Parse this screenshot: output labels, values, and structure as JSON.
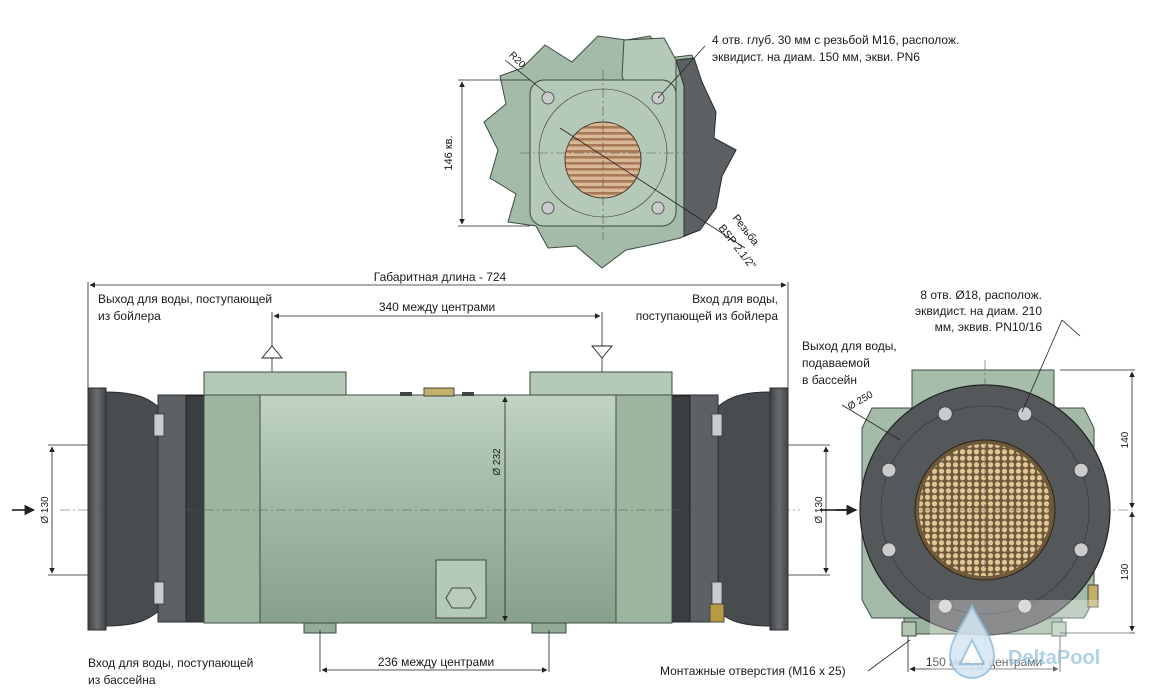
{
  "top_view": {
    "holes_note_line1": "4 отв. глуб. 30 мм с резьбой М16, располож.",
    "holes_note_line2": "эквидист. на диам. 150 мм, экви. PN6",
    "radius": "R20",
    "square_dim": "146 кв.",
    "thread_line1": "Резьба",
    "thread_line2": "BSP 2.1/2\""
  },
  "side_view": {
    "overall_length": "Габаритная длина - 724",
    "centers_top": "340 между центрами",
    "centers_bottom": "236 между центрами",
    "body_diameter": "Ø 232",
    "left_port": "Ø 130",
    "right_port": "Ø 130",
    "outlet_boiler_line1": "Выход для воды, поступающей",
    "outlet_boiler_line2": "из бойлера",
    "inlet_boiler_line1": "Вход для воды,",
    "inlet_boiler_line2": "поступающей из бойлера",
    "inlet_pool_line1": "Вход для воды, поступающей",
    "inlet_pool_line2": "из бассейна",
    "mount_holes": "Монтажные отверстия (М16 х 25)"
  },
  "end_view": {
    "holes_note_line1": "8 отв. Ø18, располож.",
    "holes_note_line2": "эквидист. на диам. 210",
    "holes_note_line3": "мм, эквив. PN10/16",
    "outlet_pool_line1": "Выход для воды,",
    "outlet_pool_line2": "подаваемой",
    "outlet_pool_line3": "в бассейн",
    "flange_diameter": "Ø 250",
    "dim_140": "140",
    "dim_130": "130",
    "centers_150": "150 между центрами"
  },
  "watermark": {
    "brand": "DeltaPool"
  },
  "colors": {
    "body_green": "#a3bba8",
    "flange_grey": "#5e6164",
    "tube_copper": "#c9a27a"
  }
}
